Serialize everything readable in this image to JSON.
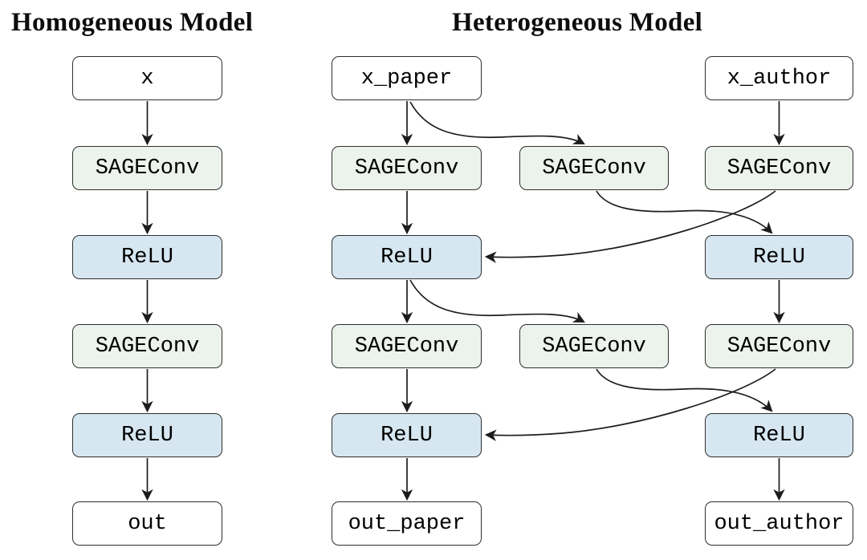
{
  "titles": {
    "homogeneous": "Homogeneous Model",
    "heterogeneous": "Heterogeneous Model"
  },
  "colors": {
    "background": "#ffffff",
    "io_fill": "#ffffff",
    "conv_fill": "#ecf2ec",
    "relu_fill": "#d6e7f1",
    "border": "#2e2e2e",
    "arrow": "#1c1c1c",
    "text": "#000000"
  },
  "nodes": {
    "homo": [
      {
        "id": "h_x",
        "type": "input",
        "label": "x"
      },
      {
        "id": "h_conv1",
        "type": "conv",
        "label": "SAGEConv"
      },
      {
        "id": "h_relu1",
        "type": "activation",
        "label": "ReLU"
      },
      {
        "id": "h_conv2",
        "type": "conv",
        "label": "SAGEConv"
      },
      {
        "id": "h_relu2",
        "type": "activation",
        "label": "ReLU"
      },
      {
        "id": "h_out",
        "type": "output",
        "label": "out"
      }
    ],
    "paper": [
      {
        "id": "x_paper",
        "type": "input",
        "label": "x_paper"
      },
      {
        "id": "conv_paper1",
        "type": "conv",
        "label": "SAGEConv"
      },
      {
        "id": "relu_paper1",
        "type": "activation",
        "label": "ReLU"
      },
      {
        "id": "conv_paper2",
        "type": "conv",
        "label": "SAGEConv"
      },
      {
        "id": "relu_paper2",
        "type": "activation",
        "label": "ReLU"
      },
      {
        "id": "out_paper",
        "type": "output",
        "label": "out_paper"
      }
    ],
    "middle": [
      {
        "id": "conv_mid1",
        "type": "conv",
        "label": "SAGEConv"
      },
      {
        "id": "conv_mid2",
        "type": "conv",
        "label": "SAGEConv"
      }
    ],
    "author": [
      {
        "id": "x_author",
        "type": "input",
        "label": "x_author"
      },
      {
        "id": "conv_author1",
        "type": "conv",
        "label": "SAGEConv"
      },
      {
        "id": "relu_author1",
        "type": "activation",
        "label": "ReLU"
      },
      {
        "id": "conv_author2",
        "type": "conv",
        "label": "SAGEConv"
      },
      {
        "id": "relu_author2",
        "type": "activation",
        "label": "ReLU"
      },
      {
        "id": "out_author",
        "type": "output",
        "label": "out_author"
      }
    ]
  },
  "edges": [
    {
      "from": "h_x",
      "to": "h_conv1",
      "style": "straight"
    },
    {
      "from": "h_conv1",
      "to": "h_relu1",
      "style": "straight"
    },
    {
      "from": "h_relu1",
      "to": "h_conv2",
      "style": "straight"
    },
    {
      "from": "h_conv2",
      "to": "h_relu2",
      "style": "straight"
    },
    {
      "from": "h_relu2",
      "to": "h_out",
      "style": "straight"
    },
    {
      "from": "x_paper",
      "to": "conv_paper1",
      "style": "straight"
    },
    {
      "from": "x_paper",
      "to": "conv_mid1",
      "style": "curved"
    },
    {
      "from": "x_author",
      "to": "conv_author1",
      "style": "straight"
    },
    {
      "from": "conv_paper1",
      "to": "relu_paper1",
      "style": "straight"
    },
    {
      "from": "conv_mid1",
      "to": "relu_author1",
      "style": "curved"
    },
    {
      "from": "conv_author1",
      "to": "relu_paper1",
      "style": "curved"
    },
    {
      "from": "relu_paper1",
      "to": "conv_paper2",
      "style": "straight"
    },
    {
      "from": "relu_paper1",
      "to": "conv_mid2",
      "style": "curved"
    },
    {
      "from": "relu_author1",
      "to": "conv_author2",
      "style": "straight"
    },
    {
      "from": "conv_paper2",
      "to": "relu_paper2",
      "style": "straight"
    },
    {
      "from": "conv_mid2",
      "to": "relu_author2",
      "style": "curved"
    },
    {
      "from": "conv_author2",
      "to": "relu_paper2",
      "style": "curved"
    },
    {
      "from": "relu_paper2",
      "to": "out_paper",
      "style": "straight"
    },
    {
      "from": "relu_author2",
      "to": "out_author",
      "style": "straight"
    }
  ]
}
